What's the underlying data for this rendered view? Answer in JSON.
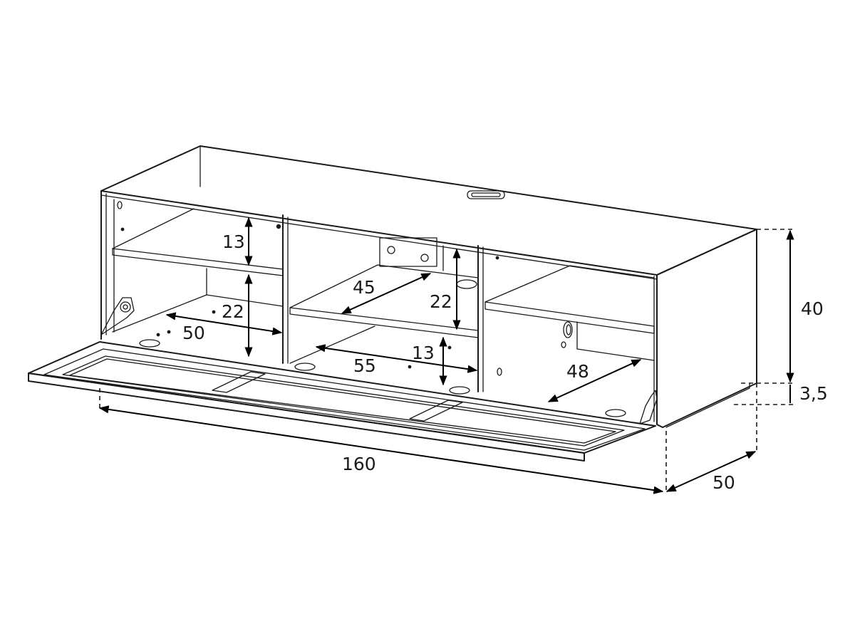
{
  "dimensions": {
    "width": "160",
    "depth": "50",
    "height": "40",
    "plinth_height": "3,5",
    "left_top_shelf_height": "13",
    "left_lower_height": "22",
    "left_depth": "50",
    "center_depth": "45",
    "center_upper_height": "22",
    "center_lower_height": "13",
    "center_width": "55",
    "right_depth": "48"
  },
  "colors": {
    "line": "#1a1a1a",
    "background": "#ffffff"
  }
}
